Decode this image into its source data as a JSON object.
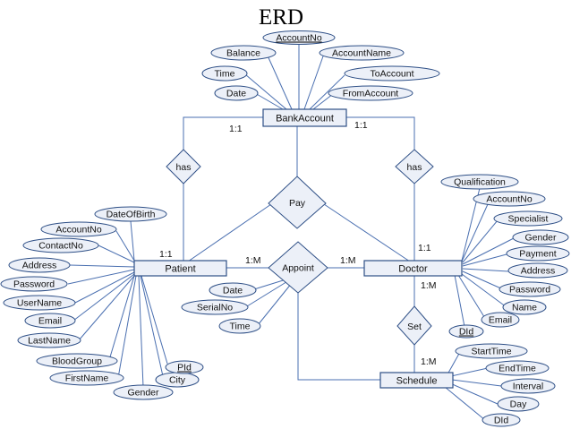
{
  "title": "ERD",
  "entities": [
    {
      "id": "bankaccount",
      "label": "BankAccount"
    },
    {
      "id": "patient",
      "label": "Patient"
    },
    {
      "id": "doctor",
      "label": "Doctor"
    },
    {
      "id": "schedule",
      "label": "Schedule"
    }
  ],
  "relationships": [
    {
      "id": "has-left",
      "label": "has"
    },
    {
      "id": "has-right",
      "label": "has"
    },
    {
      "id": "pay",
      "label": "Pay"
    },
    {
      "id": "appoint",
      "label": "Appoint"
    },
    {
      "id": "set",
      "label": "Set"
    }
  ],
  "cardinalities": [
    {
      "id": "c1",
      "label": "1:1"
    },
    {
      "id": "c2",
      "label": "1:1"
    },
    {
      "id": "c3",
      "label": "1:1"
    },
    {
      "id": "c4",
      "label": "1:1"
    },
    {
      "id": "c5",
      "label": "1:M"
    },
    {
      "id": "c6",
      "label": "1:M"
    },
    {
      "id": "c7",
      "label": "1:M"
    },
    {
      "id": "c8",
      "label": "1:M"
    }
  ],
  "attributes": {
    "bankaccount": [
      {
        "label": "AccountNo",
        "key": true
      },
      {
        "label": "Balance",
        "key": false
      },
      {
        "label": "AccountName",
        "key": false
      },
      {
        "label": "Time",
        "key": false
      },
      {
        "label": "ToAccount",
        "key": false
      },
      {
        "label": "Date",
        "key": false
      },
      {
        "label": "FromAccount",
        "key": false
      }
    ],
    "patient": [
      {
        "label": "DateOfBirth",
        "key": false
      },
      {
        "label": "AccountNo",
        "key": false
      },
      {
        "label": "ContactNo",
        "key": false
      },
      {
        "label": "Address",
        "key": false
      },
      {
        "label": "Password",
        "key": false
      },
      {
        "label": "UserName",
        "key": false
      },
      {
        "label": "Email",
        "key": false
      },
      {
        "label": "LastName",
        "key": false
      },
      {
        "label": "BloodGroup",
        "key": false
      },
      {
        "label": "FirstName",
        "key": false
      },
      {
        "label": "Gender",
        "key": false
      },
      {
        "label": "City",
        "key": false
      },
      {
        "label": "PId",
        "key": true
      }
    ],
    "appoint": [
      {
        "label": "Date",
        "key": false
      },
      {
        "label": "SerialNo",
        "key": false
      },
      {
        "label": "Time",
        "key": false
      }
    ],
    "doctor": [
      {
        "label": "Qualification",
        "key": false
      },
      {
        "label": "AccountNo",
        "key": false
      },
      {
        "label": "Specialist",
        "key": false
      },
      {
        "label": "Gender",
        "key": false
      },
      {
        "label": "Payment",
        "key": false
      },
      {
        "label": "Address",
        "key": false
      },
      {
        "label": "Password",
        "key": false
      },
      {
        "label": "Name",
        "key": false
      },
      {
        "label": "Email",
        "key": false
      },
      {
        "label": "DId",
        "key": true
      }
    ],
    "schedule": [
      {
        "label": "StartTime",
        "key": false
      },
      {
        "label": "EndTime",
        "key": false
      },
      {
        "label": "Interval",
        "key": false
      },
      {
        "label": "Day",
        "key": false
      },
      {
        "label": "DId",
        "key": false
      }
    ]
  },
  "colors": {
    "fill": "#ecf0f8",
    "stroke": "#2e4f86",
    "line": "#4a6fb0"
  }
}
